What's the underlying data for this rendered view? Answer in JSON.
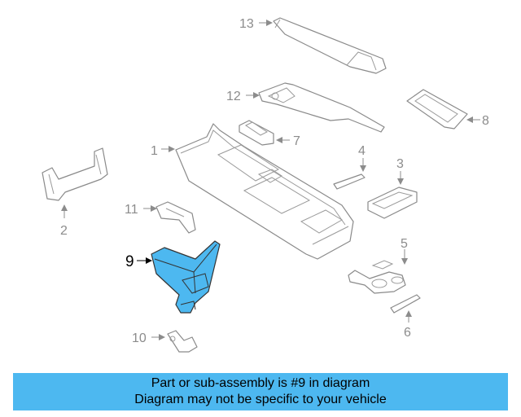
{
  "callouts": {
    "c1": "1",
    "c2": "2",
    "c3": "3",
    "c4": "4",
    "c5": "5",
    "c6": "6",
    "c7": "7",
    "c8": "8",
    "c9": "9",
    "c10": "10",
    "c11": "11",
    "c12": "12",
    "c13": "13"
  },
  "highlighted_part": "9",
  "colors": {
    "highlight_fill": "#4db8f0",
    "banner": "#4db8f0",
    "line": "#8a8a8a"
  },
  "banner": {
    "line1": "Part or sub-assembly is #9 in diagram",
    "line2": "Diagram may not be specific to your vehicle"
  }
}
